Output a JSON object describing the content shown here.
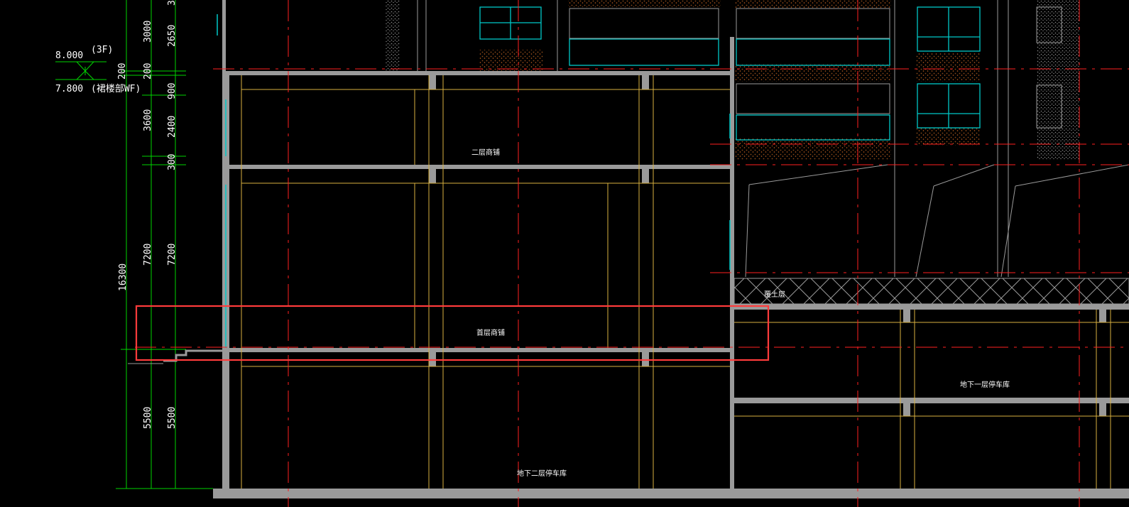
{
  "drawing": {
    "colors": {
      "background": "#000000",
      "wall": "#9a9a9a",
      "dimension": "#00d400",
      "axis": "#ff2020",
      "interior_line": "#d8b040",
      "window": "#00c8c8",
      "brick": "#8a4a1a",
      "highlight": "#ff3b3b"
    },
    "level_marks": {
      "upper_value": "8.000",
      "upper_tag": "(3F)",
      "lower_value": "7.800",
      "lower_tag": "(裙楼部WF)"
    },
    "dimensions": {
      "outer_total": "16300",
      "col1": [
        "3000",
        "200",
        "3600",
        "7200",
        "5500"
      ],
      "col2": [
        "3",
        "2650",
        "200",
        "900",
        "2400",
        "300",
        "7200",
        "5500"
      ]
    },
    "rooms": {
      "second_floor_shop": "二层商铺",
      "ground_floor_shop": "首层商铺",
      "basement_1_garage": "地下一层停车库",
      "basement_2_garage": "地下二层停车库",
      "soil_cover": "覆土层"
    }
  }
}
